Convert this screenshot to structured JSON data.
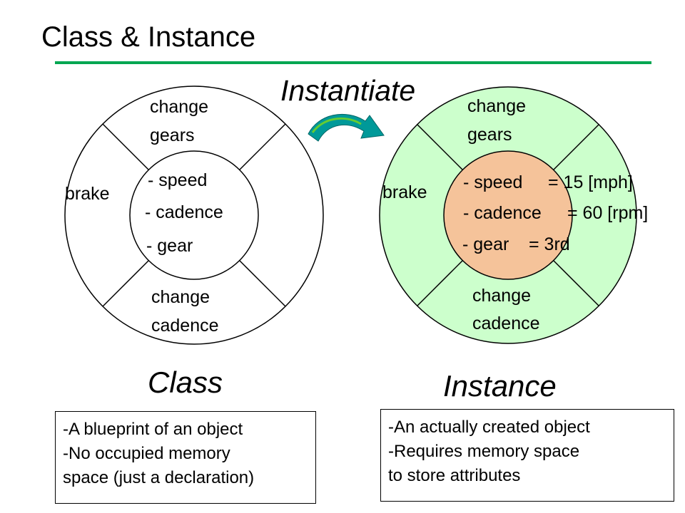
{
  "slide_title": "Class & Instance",
  "colors": {
    "title_rule": "#00a651",
    "instance_outer_fill": "#ccffcc",
    "instance_inner_fill": "#f5c39a",
    "arrow_fill": "#009999",
    "arrow_highlight": "#66cc33",
    "line": "#000000"
  },
  "arrow_label": "Instantiate",
  "class_diagram": {
    "top_method": [
      "change",
      "gears"
    ],
    "left_method": "brake",
    "bottom_method": [
      "change",
      "cadence"
    ],
    "attributes": [
      "- speed",
      "- cadence",
      "- gear"
    ],
    "caption": "Class",
    "description": [
      "-A blueprint of an object",
      "-No occupied memory",
      "space (just a declaration)"
    ]
  },
  "instance_diagram": {
    "top_method": [
      "change",
      "gears"
    ],
    "left_method": "brake",
    "bottom_method": [
      "change",
      "cadence"
    ],
    "attributes": [
      "- speed",
      "- cadence",
      "- gear"
    ],
    "attribute_values": [
      "= 15 [mph]",
      "= 60 [rpm]",
      "= 3rd"
    ],
    "caption": "Instance",
    "description": [
      "-An actually created object",
      "-Requires memory space",
      "to store attributes"
    ]
  }
}
